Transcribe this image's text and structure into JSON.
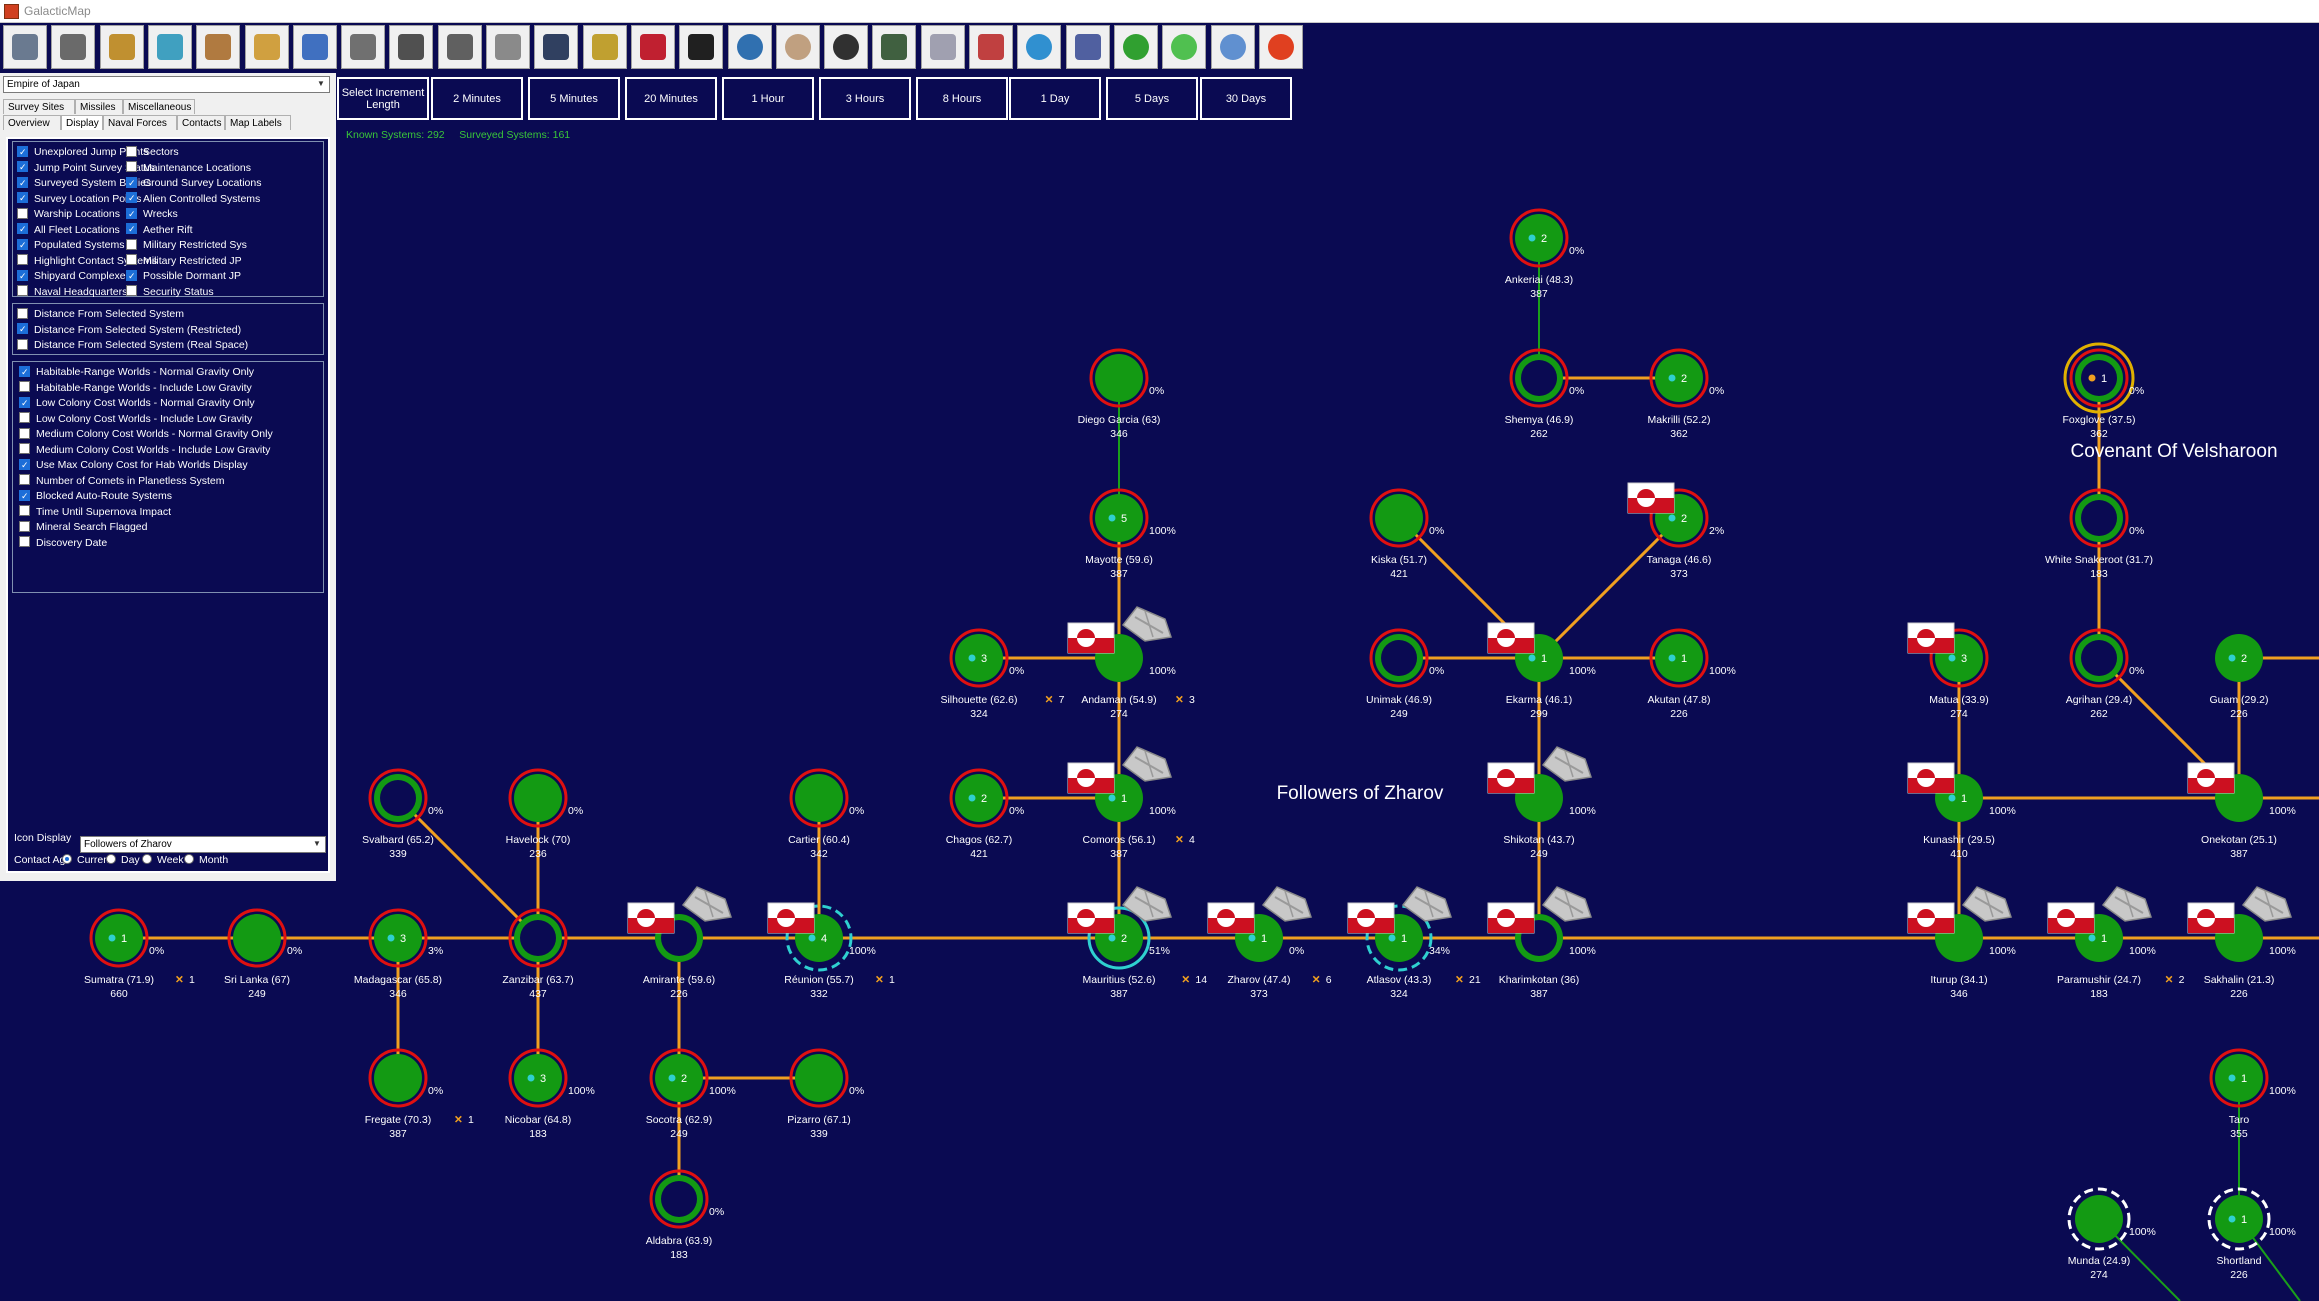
{
  "window": {
    "title": "GalacticMap"
  },
  "toolbar": {
    "buttons": [
      {
        "name": "home-icon",
        "color": "#6a7a90"
      },
      {
        "name": "jobs-icon",
        "color": "#6a6a6a"
      },
      {
        "name": "mining-icon",
        "color": "#c09030"
      },
      {
        "name": "research-flask-icon",
        "color": "#40a0c0"
      },
      {
        "name": "industry-icon",
        "color": "#b07a40"
      },
      {
        "name": "design-icon",
        "color": "#d0a040"
      },
      {
        "name": "ship-design-icon",
        "color": "#4070c0"
      },
      {
        "name": "warship-icon",
        "color": "#707070"
      },
      {
        "name": "missile-icon",
        "color": "#505050"
      },
      {
        "name": "artillery-icon",
        "color": "#606060"
      },
      {
        "name": "ground-unit-icon",
        "color": "#8a8a8a"
      },
      {
        "name": "commander-icon",
        "color": "#304060"
      },
      {
        "name": "medal-icon",
        "color": "#c0a030"
      },
      {
        "name": "race-flag-icon",
        "color": "#c02030"
      },
      {
        "name": "star-system-icon",
        "color": "#202020"
      },
      {
        "name": "galaxy-globe-icon",
        "color": "#3070b0"
      },
      {
        "name": "alien-icon",
        "color": "#c0a080"
      },
      {
        "name": "intelligence-icon",
        "color": "#303030"
      },
      {
        "name": "circuit-board-icon",
        "color": "#406040"
      },
      {
        "name": "government-icon",
        "color": "#a0a0b0"
      },
      {
        "name": "calendar-icon",
        "color": "#c04040"
      },
      {
        "name": "refresh-cycle-icon",
        "color": "#3090d0"
      },
      {
        "name": "grid-icon",
        "color": "#5060a0"
      },
      {
        "name": "green-arrow-icon",
        "color": "#30a030"
      },
      {
        "name": "green-orb-icon",
        "color": "#50c050"
      },
      {
        "name": "user-icon",
        "color": "#6090d0"
      },
      {
        "name": "red-orb-icon",
        "color": "#e04020"
      }
    ]
  },
  "increments": {
    "select_label": "Select Increment Length",
    "buttons": [
      "2 Minutes",
      "5 Minutes",
      "20 Minutes",
      "1 Hour",
      "3 Hours",
      "8 Hours",
      "1 Day",
      "5 Days",
      "30 Days"
    ]
  },
  "status": {
    "known": "Known Systems: 292",
    "surveyed": "Surveyed Systems: 161"
  },
  "panel": {
    "empire": "Empire of Japan",
    "tabs_row1": [
      "Survey Sites",
      "Missiles",
      "Miscellaneous"
    ],
    "tabs_row2": [
      "Overview",
      "Display",
      "Naval Forces",
      "Contacts",
      "Map Labels"
    ],
    "active_tab": "Display",
    "group1_left": [
      {
        "label": "Unexplored Jump Points",
        "on": true
      },
      {
        "label": "Jump Point Survey Status",
        "on": true
      },
      {
        "label": "Surveyed System Bodies",
        "on": true
      },
      {
        "label": "Survey Location Points",
        "on": true
      },
      {
        "label": "Warship Locations",
        "on": false
      },
      {
        "label": "All Fleet Locations",
        "on": true
      },
      {
        "label": "Populated Systems",
        "on": true
      },
      {
        "label": "Highlight Contact Systems",
        "on": false
      },
      {
        "label": "Shipyard Complexes",
        "on": true
      },
      {
        "label": "Naval Headquarters",
        "on": false
      }
    ],
    "group1_right": [
      {
        "label": "Sectors",
        "on": false
      },
      {
        "label": "Maintenance Locations",
        "on": false
      },
      {
        "label": "Ground Survey Locations",
        "on": true
      },
      {
        "label": "Alien Controlled Systems",
        "on": true
      },
      {
        "label": "Wrecks",
        "on": true
      },
      {
        "label": "Aether Rift",
        "on": true
      },
      {
        "label": "Military Restricted Sys",
        "on": false
      },
      {
        "label": "Military Restricted JP",
        "on": false
      },
      {
        "label": "Possible Dormant JP",
        "on": true
      },
      {
        "label": "Security Status",
        "on": false
      }
    ],
    "group2": [
      {
        "label": "Distance From Selected System",
        "on": false
      },
      {
        "label": "Distance From Selected System (Restricted)",
        "on": true
      },
      {
        "label": "Distance From Selected System (Real Space)",
        "on": false
      }
    ],
    "group3": [
      {
        "label": "Habitable-Range Worlds - Normal Gravity Only",
        "on": true
      },
      {
        "label": "Habitable-Range Worlds - Include Low Gravity",
        "on": false
      },
      {
        "label": "Low Colony Cost Worlds - Normal Gravity Only",
        "on": true
      },
      {
        "label": "Low Colony Cost Worlds - Include Low Gravity",
        "on": false
      },
      {
        "label": "Medium Colony Cost Worlds - Normal Gravity Only",
        "on": false
      },
      {
        "label": "Medium Colony Cost Worlds - Include Low Gravity",
        "on": false
      },
      {
        "label": "Use Max Colony Cost for Hab Worlds Display",
        "on": true
      },
      {
        "label": "Number of Comets in Planetless System",
        "on": false
      },
      {
        "label": "Blocked Auto-Route Systems",
        "on": true
      },
      {
        "label": "Time Until Supernova Impact",
        "on": false
      },
      {
        "label": "Mineral Search Flagged",
        "on": false
      },
      {
        "label": "Discovery Date",
        "on": false
      }
    ],
    "icon_display_label": "Icon Display",
    "icon_display_value": "Followers of Zharov",
    "contact_age_label": "Contact Age",
    "contact_age_options": [
      "Current",
      "Day",
      "Week",
      "Month"
    ],
    "contact_age_selected": "Current"
  },
  "map": {
    "colors": {
      "background": "#0a0a52",
      "route": "#f0a020",
      "route_alt": "#1aa01a",
      "ring_red": "#e01010",
      "ring_yellow": "#e0b000",
      "body_green": "#139a13",
      "fleet_cyan": "#2fd0d0",
      "contact_orange": "#f0a020"
    },
    "regions": [
      {
        "label": "Followers of Zharov"
      },
      {
        "label": "Covenant Of Velsharoon"
      }
    ],
    "systems": [
      {
        "id": "sumatra",
        "name": "Sumatra",
        "dist": "71.9",
        "pop": "660",
        "pct": "0%",
        "count": "1",
        "contacts": "1",
        "filled": true,
        "ring": "red"
      },
      {
        "id": "srilanka",
        "name": "Sri Lanka",
        "dist": "67",
        "pop": "249",
        "pct": "0%",
        "filled": true,
        "ring": "red"
      },
      {
        "id": "madagascar",
        "name": "Madagascar",
        "dist": "65.8",
        "pop": "346",
        "pct": "3%",
        "count": "3",
        "filled": true,
        "ring": "red"
      },
      {
        "id": "zanzibar",
        "name": "Zanzibar",
        "dist": "63.7",
        "pop": "437",
        "filled": false,
        "ring": "red"
      },
      {
        "id": "svalbard",
        "name": "Svalbard",
        "dist": "65.2",
        "pop": "339",
        "pct": "0%",
        "filled": false,
        "ring": "red"
      },
      {
        "id": "havelock",
        "name": "Havelock",
        "dist": "70",
        "pop": "236",
        "pct": "0%",
        "filled": true,
        "ring": "red"
      },
      {
        "id": "fregate",
        "name": "Fregate",
        "dist": "70.3",
        "pop": "387",
        "pct": "0%",
        "contacts": "1",
        "filled": true,
        "ring": "red"
      },
      {
        "id": "nicobar",
        "name": "Nicobar",
        "dist": "64.8",
        "pop": "183",
        "pct": "100%",
        "count": "3",
        "filled": true,
        "ring": "red"
      },
      {
        "id": "amirante",
        "name": "Amirante",
        "dist": "59.6",
        "pop": "226",
        "filled": false,
        "ring": "none",
        "flag": true,
        "ship": true
      },
      {
        "id": "socotra",
        "name": "Socotra",
        "dist": "62.9",
        "pop": "249",
        "pct": "100%",
        "count": "2",
        "filled": true,
        "ring": "red"
      },
      {
        "id": "pizarro",
        "name": "Pizarro",
        "dist": "67.1",
        "pop": "339",
        "pct": "0%",
        "filled": true,
        "ring": "red"
      },
      {
        "id": "aldabra",
        "name": "Aldabra",
        "dist": "63.9",
        "pop": "183",
        "pct": "0%",
        "filled": false,
        "ring": "red"
      },
      {
        "id": "reunion",
        "name": "Réunion",
        "dist": "55.7",
        "pop": "332",
        "pct": "100%",
        "count": "4",
        "contacts": "1",
        "filled": true,
        "ring": "dashed",
        "flag": true
      },
      {
        "id": "cartier",
        "name": "Cartier",
        "dist": "60.4",
        "pop": "342",
        "pct": "0%",
        "filled": true,
        "ring": "red"
      },
      {
        "id": "chagos",
        "name": "Chagos",
        "dist": "62.7",
        "pop": "421",
        "pct": "0%",
        "count": "2",
        "filled": true,
        "ring": "red"
      },
      {
        "id": "silhouette",
        "name": "Silhouette",
        "dist": "62.6",
        "pop": "324",
        "pct": "0%",
        "count": "3",
        "contacts": "7",
        "filled": true,
        "ring": "red"
      },
      {
        "id": "diegogarcia",
        "name": "Diego Garcia",
        "dist": "63",
        "pop": "346",
        "pct": "0%",
        "filled": true,
        "ring": "red"
      },
      {
        "id": "mayotte",
        "name": "Mayotte",
        "dist": "59.6",
        "pop": "387",
        "pct": "100%",
        "count": "5",
        "filled": true,
        "ring": "red"
      },
      {
        "id": "andaman",
        "name": "Andaman",
        "dist": "54.9",
        "pop": "274",
        "pct": "100%",
        "contacts": "3",
        "filled": true,
        "ring": "none",
        "flag": true,
        "ship": true
      },
      {
        "id": "comoros",
        "name": "Comoros",
        "dist": "56.1",
        "pop": "387",
        "pct": "100%",
        "count": "1",
        "contacts": "4",
        "filled": true,
        "ring": "none",
        "flag": true,
        "ship": true
      },
      {
        "id": "mauritius",
        "name": "Mauritius",
        "dist": "52.6",
        "pop": "387",
        "pct": "51%",
        "count": "2",
        "contacts": "14",
        "filled": true,
        "ring": "cyan",
        "flag": true,
        "ship": true
      },
      {
        "id": "zharov",
        "name": "Zharov",
        "dist": "47.4",
        "pop": "373",
        "pct": "0%",
        "count": "1",
        "contacts": "6",
        "filled": true,
        "ring": "none",
        "flag": true,
        "ship": true
      },
      {
        "id": "atlasov",
        "name": "Atlasov",
        "dist": "43.3",
        "pop": "324",
        "pct": "34%",
        "count": "1",
        "contacts": "21",
        "filled": true,
        "ring": "dashed",
        "flag": true,
        "ship": true
      },
      {
        "id": "kharimkotan",
        "name": "Kharimkotan",
        "dist": "36",
        "pop": "387",
        "pct": "100%",
        "filled": false,
        "ring": "none",
        "flag": true,
        "ship": true
      },
      {
        "id": "shikotan",
        "name": "Shikotan",
        "dist": "43.7",
        "pop": "249",
        "pct": "100%",
        "filled": true,
        "ring": "none",
        "flag": true,
        "ship": true
      },
      {
        "id": "ekarma",
        "name": "Ekarma",
        "dist": "46.1",
        "pop": "299",
        "pct": "100%",
        "count": "1",
        "filled": true,
        "ring": "none",
        "flag": true
      },
      {
        "id": "unimak",
        "name": "Unimak",
        "dist": "46.9",
        "pop": "249",
        "pct": "0%",
        "filled": false,
        "ring": "red"
      },
      {
        "id": "akutan",
        "name": "Akutan",
        "dist": "47.8",
        "pop": "226",
        "pct": "100%",
        "count": "1",
        "filled": true,
        "ring": "red"
      },
      {
        "id": "kiska",
        "name": "Kiska",
        "dist": "51.7",
        "pop": "421",
        "pct": "0%",
        "filled": true,
        "ring": "red"
      },
      {
        "id": "tanaga",
        "name": "Tanaga",
        "dist": "46.6",
        "pop": "373",
        "pct": "2%",
        "count": "2",
        "filled": true,
        "ring": "red",
        "flag": true
      },
      {
        "id": "shemya",
        "name": "Shemya",
        "dist": "46.9",
        "pop": "262",
        "pct": "0%",
        "filled": false,
        "ring": "red"
      },
      {
        "id": "makrilli",
        "name": "Makrilli",
        "dist": "52.2",
        "pop": "362",
        "pct": "0%",
        "count": "2",
        "filled": true,
        "ring": "red"
      },
      {
        "id": "ankeriai",
        "name": "Ankeriai",
        "dist": "48.3",
        "pop": "387",
        "pct": "0%",
        "count": "2",
        "filled": true,
        "ring": "red"
      },
      {
        "id": "iturup",
        "name": "Iturup",
        "dist": "34.1",
        "pop": "346",
        "pct": "100%",
        "filled": true,
        "ring": "none",
        "flag": true,
        "ship": true
      },
      {
        "id": "kunashir",
        "name": "Kunashir",
        "dist": "29.5",
        "pop": "410",
        "pct": "100%",
        "count": "1",
        "filled": true,
        "ring": "none",
        "flag": true
      },
      {
        "id": "matua",
        "name": "Matua",
        "dist": "33.9",
        "pop": "274",
        "count": "3",
        "filled": true,
        "ring": "red",
        "flag": true
      },
      {
        "id": "paramushir",
        "name": "Paramushir",
        "dist": "24.7",
        "pop": "183",
        "pct": "100%",
        "count": "1",
        "contacts": "2",
        "filled": true,
        "ring": "none",
        "flag": true,
        "ship": true
      },
      {
        "id": "sakhalin",
        "name": "Sakhalin",
        "dist": "21.3",
        "pop": "226",
        "pct": "100%",
        "filled": true,
        "ring": "none",
        "flag": true,
        "ship": true
      },
      {
        "id": "onekotan",
        "name": "Onekotan",
        "dist": "25.1",
        "pop": "387",
        "pct": "100%",
        "filled": true,
        "ring": "none",
        "flag": true
      },
      {
        "id": "agrihan",
        "name": "Agrihan",
        "dist": "29.4",
        "pop": "262",
        "pct": "0%",
        "filled": false,
        "ring": "red"
      },
      {
        "id": "guam",
        "name": "Guam",
        "dist": "29.2",
        "pop": "226",
        "count": "2",
        "filled": true,
        "ring": "none"
      },
      {
        "id": "whitesnakeroot",
        "name": "White Snakeroot",
        "dist": "31.7",
        "pop": "183",
        "pct": "0%",
        "filled": false,
        "ring": "red"
      },
      {
        "id": "foxglove",
        "name": "Foxglove",
        "dist": "37.5",
        "pop": "362",
        "pct": "0%",
        "count": "1",
        "filled": false,
        "ring": "yellow"
      },
      {
        "id": "taro",
        "name": "Taro",
        "dist": "",
        "pop": "355",
        "pct": "100%",
        "count": "1",
        "filled": true,
        "ring": "red"
      },
      {
        "id": "munda",
        "name": "Munda",
        "dist": "24.9",
        "pop": "274",
        "pct": "100%",
        "filled": true,
        "ring": "white-dashed"
      },
      {
        "id": "shortland",
        "name": "Shortland",
        "dist": "",
        "pop": "226",
        "pct": "100%",
        "count": "1",
        "filled": true,
        "ring": "white-dashed"
      }
    ]
  }
}
